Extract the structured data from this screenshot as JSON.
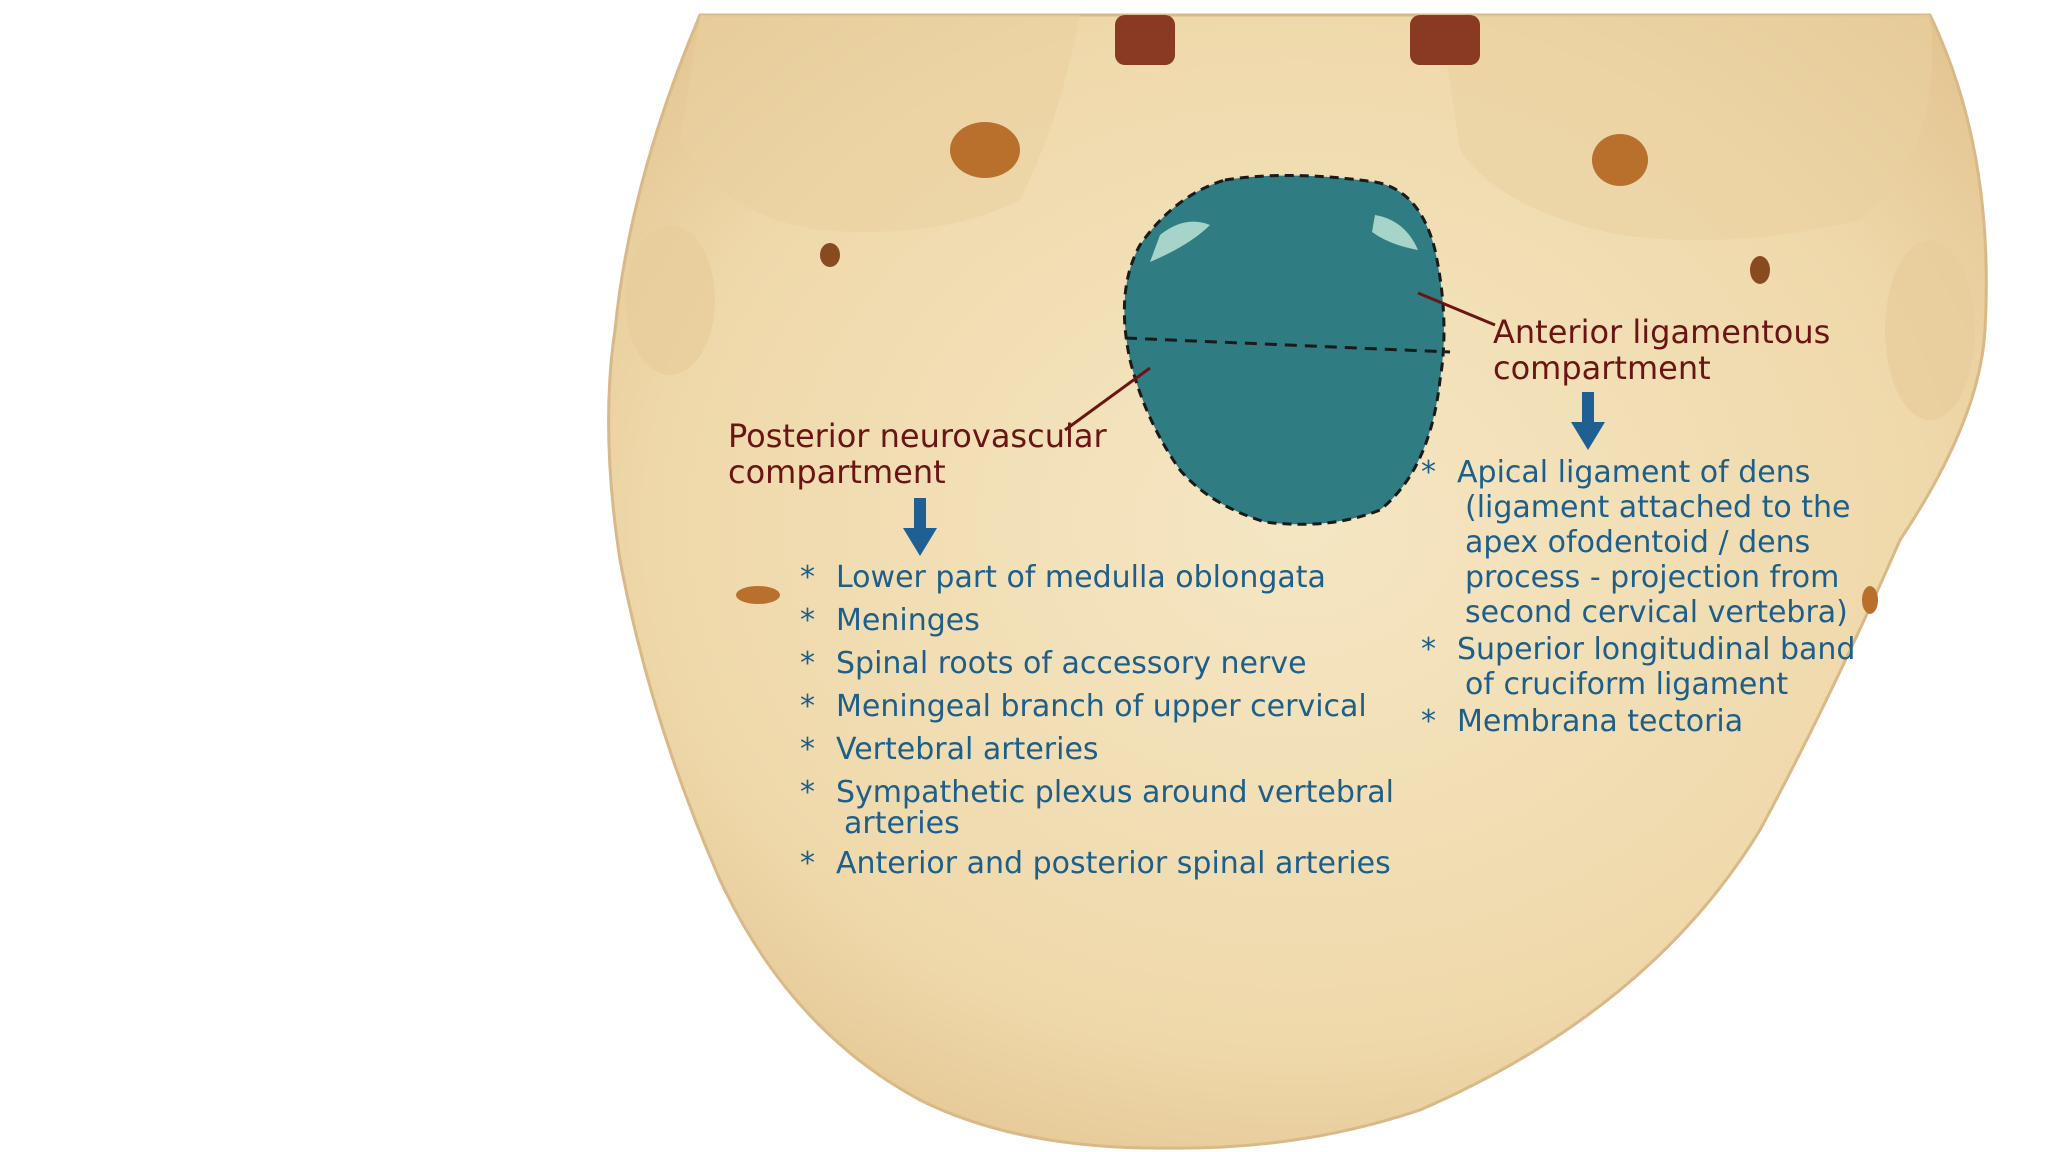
{
  "colors": {
    "bone": "#f0ddb4",
    "bone_shadow": "#d9bd8a",
    "foramen_fill": "#2f7d83",
    "compartment_text": "#6b1414",
    "list_text": "#1e5f8a",
    "arrow": "#1f5f93"
  },
  "posterior": {
    "title_line1": "Posterior neurovascular",
    "title_line2": "compartment",
    "arrow_icon": "down-arrow-icon",
    "items": [
      {
        "text": "Lower part of medulla oblongata"
      },
      {
        "text": "Meninges"
      },
      {
        "text": "Spinal roots of accessory nerve"
      },
      {
        "text": "Meningeal branch of upper cervical"
      },
      {
        "text": "Vertebral arteries"
      },
      {
        "text": "Sympathetic plexus around vertebral",
        "cont": "arteries"
      },
      {
        "text": "Anterior and posterior spinal arteries"
      }
    ]
  },
  "anterior": {
    "title_line1": "Anterior ligamentous",
    "title_line2": "compartment",
    "arrow_icon": "down-arrow-icon",
    "items": [
      {
        "text": "Apical ligament of dens",
        "cont_lines": [
          "(ligament attached to the",
          "apex ofodentoid / dens",
          "process - projection from",
          "second cervical vertebra)"
        ]
      },
      {
        "text": "Superior longitudinal band",
        "cont_lines": [
          "of cruciform ligament"
        ]
      },
      {
        "text": "Membrana tectoria"
      }
    ]
  },
  "bullet_symbol": "*"
}
